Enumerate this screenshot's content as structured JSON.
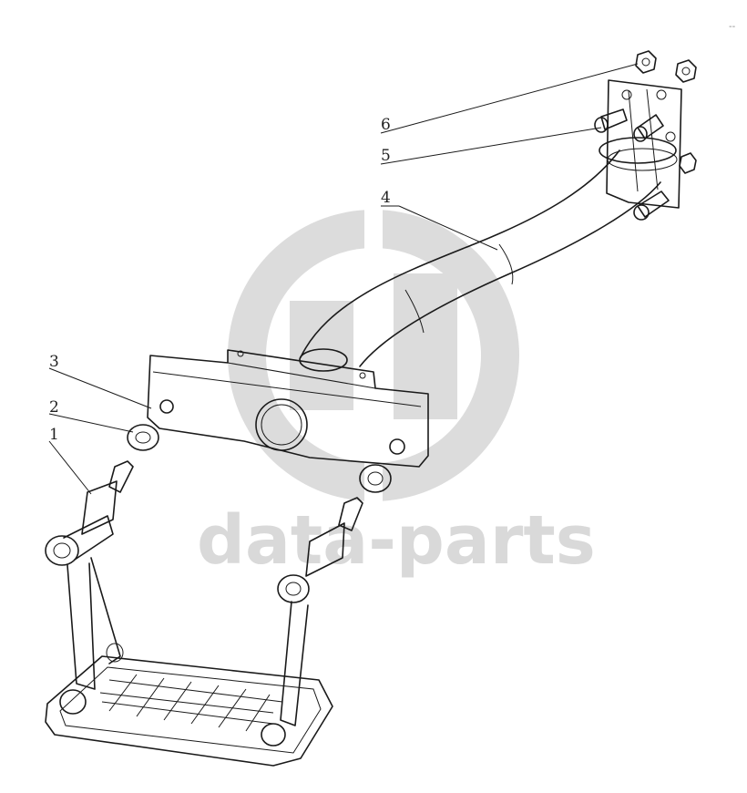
{
  "watermark": {
    "text": "data-parts",
    "logo": "dp-logo-icon",
    "color": "#d9d9d9"
  },
  "callouts": [
    {
      "num": "1"
    },
    {
      "num": "2"
    },
    {
      "num": "3"
    },
    {
      "num": "4"
    },
    {
      "num": "5"
    },
    {
      "num": "6"
    }
  ],
  "corner_mark": "--",
  "colors": {
    "line": "#1a1a1a",
    "background": "#ffffff"
  }
}
